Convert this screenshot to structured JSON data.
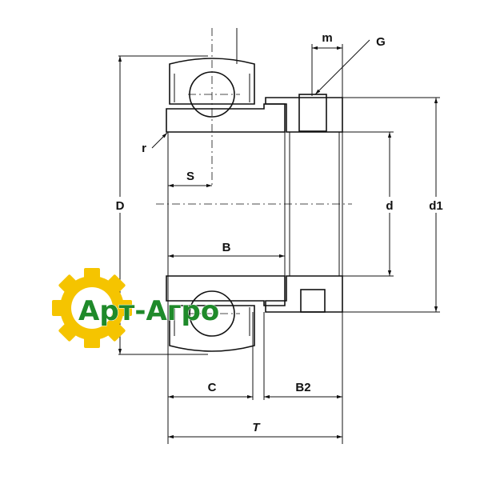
{
  "labels": {
    "m": "m",
    "G": "G",
    "r": "r",
    "S": "S",
    "D": "D",
    "d": "d",
    "d1": "d1",
    "B": "B",
    "C": "C",
    "B2": "B2",
    "T": "T"
  },
  "logo": {
    "text": "Арт-Агро",
    "gear_color": "#f5c400",
    "text_color": "#1f8a2a"
  }
}
